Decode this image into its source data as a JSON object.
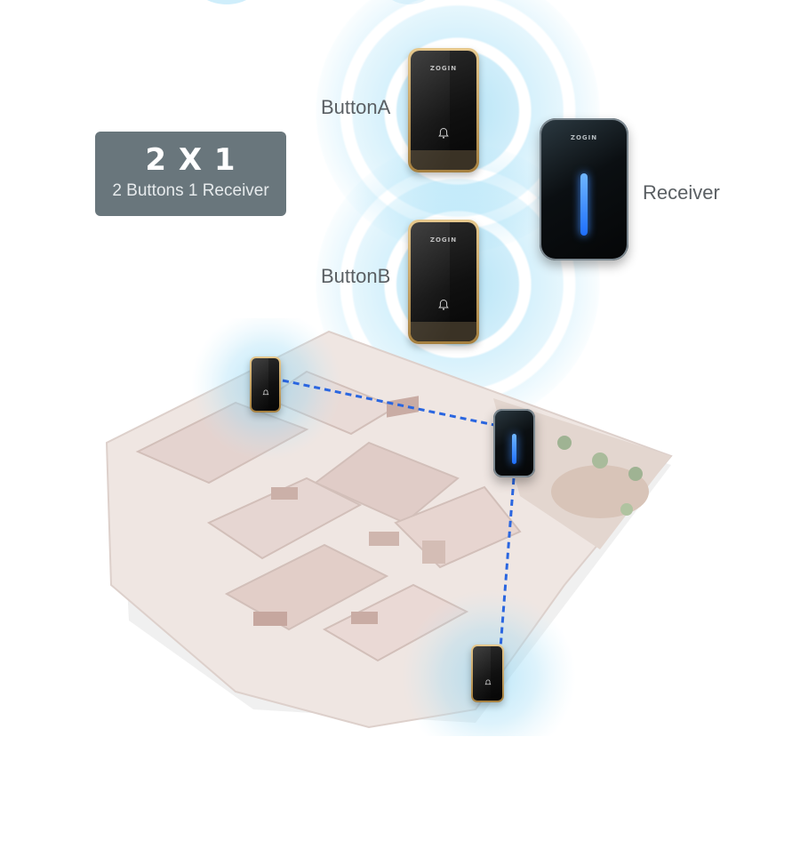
{
  "badge": {
    "title": "2 X 1",
    "subtitle": "2 Buttons 1 Receiver"
  },
  "labels": {
    "button_a": "ButtonA",
    "button_b": "ButtonB",
    "receiver": "Receiver"
  },
  "brand": "ZOGIN",
  "colors": {
    "badge_bg": "#69767c",
    "wave": "#8fd6f4",
    "link_line": "#2a66e0",
    "button_trim": "#d9b46b"
  },
  "icons": [
    "bell-icon"
  ]
}
